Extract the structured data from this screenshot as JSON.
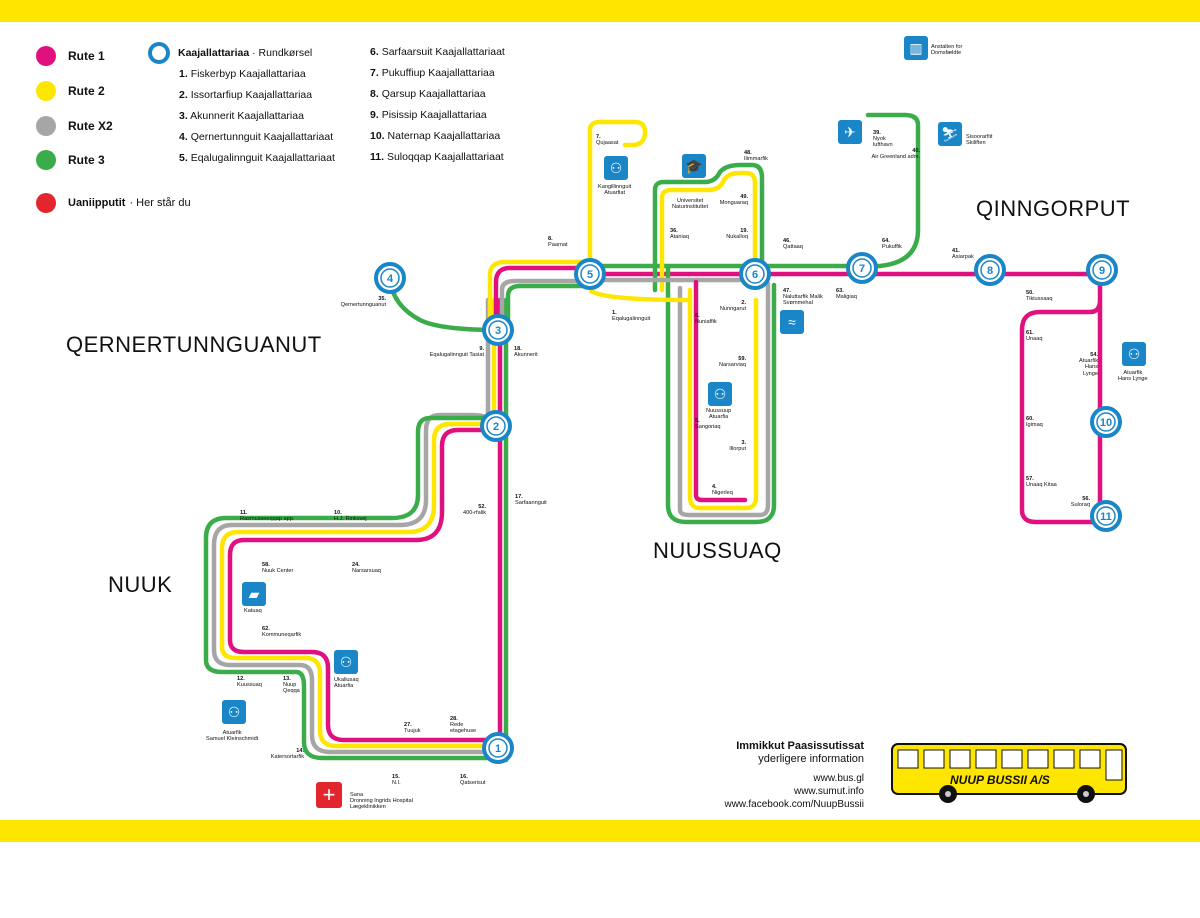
{
  "legend": {
    "routes": [
      {
        "label": "Rute 1",
        "color": "#e0117f"
      },
      {
        "label": "Rute 2",
        "color": "#ffe600"
      },
      {
        "label": "Rute X2",
        "color": "#a6a6a6"
      },
      {
        "label": "Rute 3",
        "color": "#3aac49"
      }
    ],
    "here": {
      "label": "Uaniipputit",
      "suffix": "· Her står du",
      "color": "#e3262d"
    },
    "kaaj_title": "Kaajallattariaa",
    "kaaj_suffix": "· Rundkørsel",
    "kaaj_list_a": [
      {
        "n": "1.",
        "t": "Fiskerbyp Kaajallattariaa"
      },
      {
        "n": "2.",
        "t": "Issortarfiup Kaajallattariaa"
      },
      {
        "n": "3.",
        "t": "Akunnerit Kaajallattariaa"
      },
      {
        "n": "4.",
        "t": "Qernertunnguit Kaajallattariaat"
      },
      {
        "n": "5.",
        "t": "Eqalugalinnguit Kaajallattariaat"
      }
    ],
    "kaaj_list_b": [
      {
        "n": "6.",
        "t": "Sarfaarsuit Kaajallattariaat"
      },
      {
        "n": "7.",
        "t": "Pukuffiup Kaajallattariaa"
      },
      {
        "n": "8.",
        "t": "Qarsup Kaajallattariaa"
      },
      {
        "n": "9.",
        "t": "Pisissip Kaajallattariaa"
      },
      {
        "n": "10.",
        "t": "Naternap Kaajallattariaa"
      },
      {
        "n": "11.",
        "t": "Suloqqap Kaajallattariaat"
      }
    ]
  },
  "districts": {
    "qinngorput": "QINNGORPUT",
    "qernertunnguanut": "QERNERTUNNGUANUT",
    "nuussuaq": "NUUSSUAQ",
    "nuuk": "NUUK"
  },
  "hubs": [
    "1",
    "2",
    "3",
    "4",
    "5",
    "6",
    "7",
    "8",
    "9",
    "10",
    "11"
  ],
  "stops": {
    "s7": {
      "n": "7.",
      "t": "Qujaasat"
    },
    "s48": {
      "n": "48.",
      "t": "Ilimmarfik"
    },
    "s39": {
      "n": "39.",
      "t": "Nyok\nlufthavn"
    },
    "s40": {
      "n": "40.",
      "t": "Air Greenland adm."
    },
    "s8": {
      "n": "8.",
      "t": "Paarnat"
    },
    "s49": {
      "n": "49.",
      "t": "Monguaraq"
    },
    "s36": {
      "n": "36.",
      "t": "Ataniaq"
    },
    "s19": {
      "n": "19.",
      "t": "Nukalloq"
    },
    "s46": {
      "n": "46.",
      "t": "Qattaaq"
    },
    "s64": {
      "n": "64.",
      "t": "Pukuffik"
    },
    "s41": {
      "n": "41.",
      "t": "Asiarpak"
    },
    "s35": {
      "n": "35.",
      "t": "Qernertunnguanut"
    },
    "s1": {
      "n": "1.",
      "t": "Eqalugalinnguit"
    },
    "s2": {
      "n": "2.",
      "t": "Nunngarut"
    },
    "s6": {
      "n": "6.",
      "t": "Nuniaffik"
    },
    "s47": {
      "n": "47.",
      "t": "Naluttarfik Malik\nSvømmehal"
    },
    "s63": {
      "n": "63.",
      "t": "Maligiaq"
    },
    "s50": {
      "n": "50.",
      "t": "Tikiussaaq"
    },
    "s9": {
      "n": "9.",
      "t": "Eqalugalinnguit Tasiat"
    },
    "s18": {
      "n": "18.",
      "t": "Akunnerit"
    },
    "s61": {
      "n": "61.",
      "t": "Unaaq"
    },
    "s54": {
      "n": "54.",
      "t": "Atuarfik\nHans\nLynge"
    },
    "s59": {
      "n": "59.",
      "t": "Narsarviaq"
    },
    "s60": {
      "n": "60.",
      "t": "Igimaq"
    },
    "s5": {
      "n": "5.",
      "t": "Sangoriaq"
    },
    "s3": {
      "n": "3.",
      "t": "Illorput"
    },
    "s57": {
      "n": "57.",
      "t": "Unaaq Kitaa"
    },
    "s56": {
      "n": "56.",
      "t": "Suloraq"
    },
    "s4": {
      "n": "4.",
      "t": "Nigerleq"
    },
    "s17": {
      "n": "17.",
      "t": "Sarfaannguit"
    },
    "s52": {
      "n": "52.",
      "t": "400-rfalik"
    },
    "s11": {
      "n": "11.",
      "t": "Rasmusseeqqap app."
    },
    "s10": {
      "n": "10.",
      "t": "H.J. Rinksvej"
    },
    "s58": {
      "n": "58.",
      "t": "Nuuk Center"
    },
    "s24": {
      "n": "24.",
      "t": "Narsarsuaq"
    },
    "s62": {
      "n": "62.",
      "t": "Kommuneqarfik"
    },
    "s12": {
      "n": "12.",
      "t": "Kuussuaq"
    },
    "s13": {
      "n": "13.",
      "t": "Nuup\nQeqqa"
    },
    "s27": {
      "n": "27.",
      "t": "Tuujuk"
    },
    "s28": {
      "n": "28.",
      "t": "Rede\netagehuse"
    },
    "s14": {
      "n": "14.",
      "t": "Katersortarfik"
    },
    "s15": {
      "n": "15.",
      "t": "N.I."
    },
    "s16": {
      "n": "16.",
      "t": "Qatserisut"
    }
  },
  "places": {
    "anstalten": "Anstalten for\nDomsfældte",
    "kangillinnguit": "Kangillinnguit\nAtuarfiat",
    "universitet": "Universitet\nNaturinstituttet",
    "sisoorarfiit": "Sisoorarfiit\nSkiliften",
    "nuussuup": "Nuussuup\nAtuarfia",
    "atuarfik_hans": "Atuarfik\nHans Lynge",
    "katuaq": "Katuaq",
    "ukaliusaq": "Ukaliusaq\nAtuarfia",
    "samuel": "Atuarfik\nSamuel Kleinschmidt",
    "sana": "Sana\nDronning Ingrids Hospital\nLægeklinikken"
  },
  "info": {
    "title": "Immikkut Paasissutissat",
    "subtitle": "yderligere information",
    "links": [
      "www.bus.gl",
      "www.sumut.info",
      "www.facebook.com/NuupBussii"
    ],
    "bus_label": "NUUP BUSSII A/S"
  },
  "colors": {
    "band": "#ffe600",
    "hub": "#1a86c8"
  }
}
